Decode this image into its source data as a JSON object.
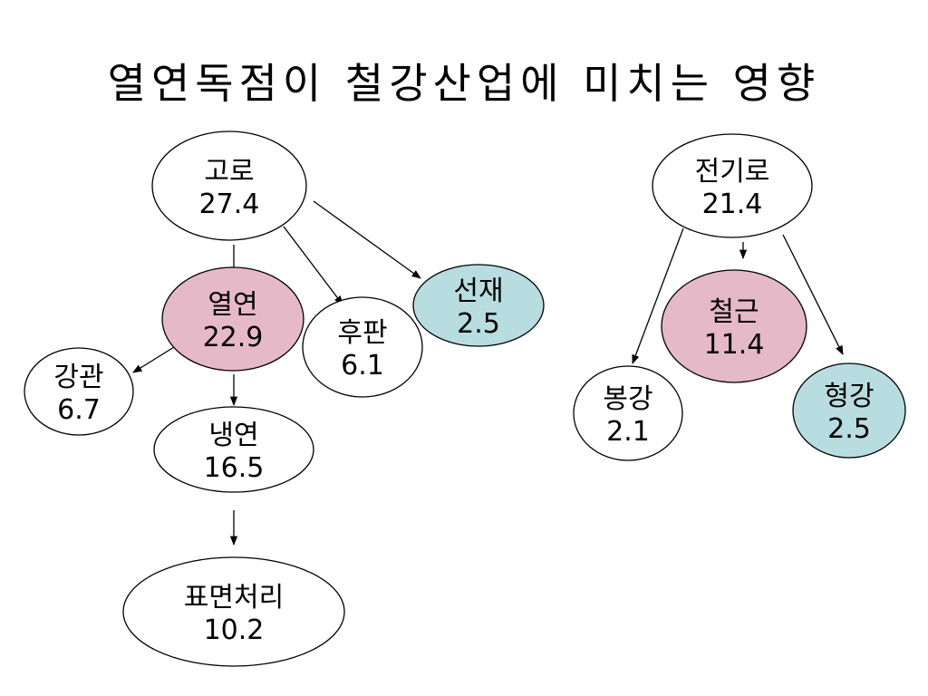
{
  "title": "열연독점이 철강산업에 미치는 영향",
  "colors": {
    "white": "#ffffff",
    "pink": "#e6b9c8",
    "teal": "#b7dde0",
    "line": "#000000"
  },
  "nodes": [
    {
      "id": "goro",
      "name": "고로",
      "value": "27.4",
      "fill": "white"
    },
    {
      "id": "yeolyeon",
      "name": "열연",
      "value": "22.9",
      "fill": "pink"
    },
    {
      "id": "hupan",
      "name": "후판",
      "value": "6.1",
      "fill": "white"
    },
    {
      "id": "seonjae",
      "name": "선재",
      "value": "2.5",
      "fill": "teal"
    },
    {
      "id": "ganggwan",
      "name": "강관",
      "value": "6.7",
      "fill": "white"
    },
    {
      "id": "naengyeon",
      "name": "냉연",
      "value": "16.5",
      "fill": "white"
    },
    {
      "id": "pyomyeon",
      "name": "표면처리",
      "value": "10.2",
      "fill": "white"
    },
    {
      "id": "jeongiro",
      "name": "전기로",
      "value": "21.4",
      "fill": "white"
    },
    {
      "id": "cheolgeun",
      "name": "철근",
      "value": "11.4",
      "fill": "pink"
    },
    {
      "id": "bonggang",
      "name": "봉강",
      "value": "2.1",
      "fill": "white"
    },
    {
      "id": "hyeonggang",
      "name": "형강",
      "value": "2.5",
      "fill": "teal"
    }
  ],
  "edges": [
    {
      "from": "goro",
      "to": "yeolyeon"
    },
    {
      "from": "goro",
      "to": "hupan"
    },
    {
      "from": "goro",
      "to": "seonjae"
    },
    {
      "from": "yeolyeon",
      "to": "ganggwan"
    },
    {
      "from": "yeolyeon",
      "to": "naengyeon"
    },
    {
      "from": "naengyeon",
      "to": "pyomyeon"
    },
    {
      "from": "jeongiro",
      "to": "cheolgeun"
    },
    {
      "from": "jeongiro",
      "to": "bonggang"
    },
    {
      "from": "jeongiro",
      "to": "hyeonggang"
    }
  ]
}
